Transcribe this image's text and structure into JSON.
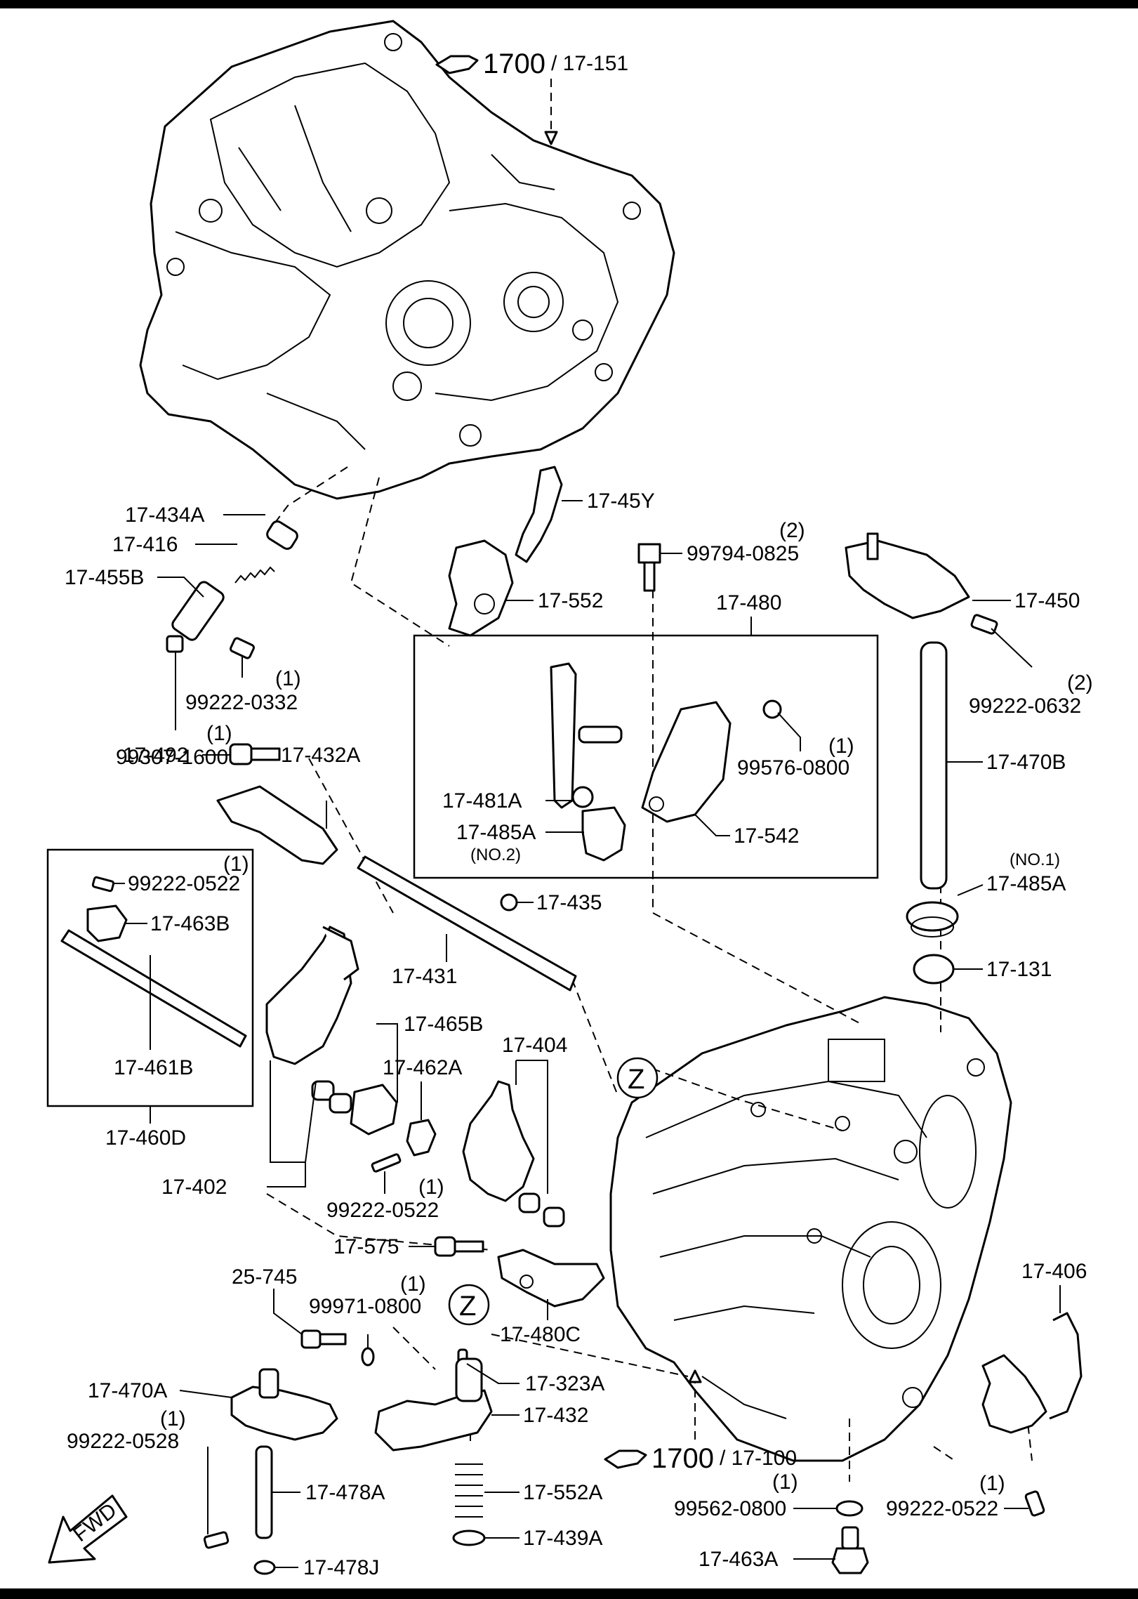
{
  "ref_top": {
    "main": "1700",
    "sub": "/ 17-151"
  },
  "ref_bottom": {
    "main": "1700",
    "sub": "/ 17-100"
  },
  "fwd_label": "FWD",
  "z_markers": [
    "Z",
    "Z"
  ],
  "box_17_480_title": "17-480",
  "box_17_460D_title": "17-460D",
  "labels": {
    "p17_434A": "17-434A",
    "p17_416": "17-416",
    "p17_455B": "17-455B",
    "p99222_0332": "99222-0332",
    "p99222_0332_qty": "(1)",
    "p99307_1600": "99307-1600",
    "p99307_1600_qty": "(1)",
    "p17_45Y": "17-45Y",
    "p17_552": "17-552",
    "p99794_0825": "99794-0825",
    "p99794_0825_qty": "(2)",
    "p17_450": "17-450",
    "p99222_0632": "99222-0632",
    "p99222_0632_qty": "(2)",
    "p17_470B": "17-470B",
    "p99576_0800": "99576-0800",
    "p99576_0800_qty": "(1)",
    "p17_481A": "17-481A",
    "p17_485A_no2": "17-485A",
    "p17_485A_no2_note": "(NO.2)",
    "p17_542": "17-542",
    "p17_492": "17-492",
    "p17_432A": "17-432A",
    "p99222_0522_a": "99222-0522",
    "p99222_0522_a_qty": "(1)",
    "p17_463B": "17-463B",
    "p17_461B": "17-461B",
    "p17_435": "17-435",
    "p17_431": "17-431",
    "p17_485A_no1": "17-485A",
    "p17_485A_no1_note": "(NO.1)",
    "p17_131": "17-131",
    "p17_465B": "17-465B",
    "p17_404": "17-404",
    "p17_462A": "17-462A",
    "p17_402": "17-402",
    "p99222_0522_b": "99222-0522",
    "p99222_0522_b_qty": "(1)",
    "p17_575": "17-575",
    "p25_745": "25-745",
    "p99971_0800": "99971-0800",
    "p99971_0800_qty": "(1)",
    "p17_480C": "17-480C",
    "p17_323A": "17-323A",
    "p17_470A": "17-470A",
    "p17_432": "17-432",
    "p99222_0528": "99222-0528",
    "p99222_0528_qty": "(1)",
    "p17_478A": "17-478A",
    "p17_552A": "17-552A",
    "p17_439A": "17-439A",
    "p17_478J": "17-478J",
    "p17_406": "17-406",
    "p99562_0800": "99562-0800",
    "p99562_0800_qty": "(1)",
    "p99222_0522_c": "99222-0522",
    "p99222_0522_c_qty": "(1)",
    "p17_463A": "17-463A"
  }
}
